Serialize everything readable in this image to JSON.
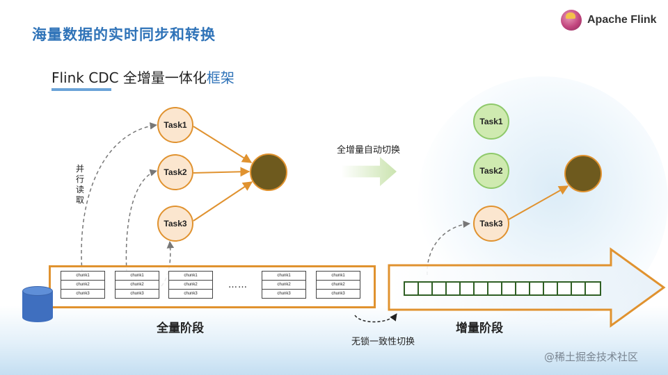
{
  "header": {
    "title": "海量数据的实时同步和转换",
    "logo_text": "Apache Flink"
  },
  "subtitle": {
    "main": "Flink CDC 全增量一体化",
    "accent": "框架"
  },
  "full_stage": {
    "parallel_read_label": "并行读取",
    "tasks": [
      "Task1",
      "Task2",
      "Task3"
    ],
    "chunk_groups": [
      [
        "chunk1",
        "chunk2",
        "chunk3"
      ],
      [
        "chunk1",
        "chunk2",
        "chunk3"
      ],
      [
        "chunk1",
        "chunk2",
        "chunk3"
      ],
      [
        "chunk1",
        "chunk2",
        "chunk3"
      ],
      [
        "chunk1",
        "chunk2",
        "chunk3"
      ]
    ],
    "ellipsis": "……",
    "label": "全量阶段"
  },
  "switch": {
    "auto_label": "全增量自动切换",
    "lockfree_label": "无锁一致性切换"
  },
  "incremental_stage": {
    "tasks": [
      "Task1",
      "Task2",
      "Task3"
    ],
    "label": "增量阶段"
  },
  "watermark": "@稀土掘金技术社区",
  "colors": {
    "title": "#2f73b8",
    "orange": "#e0922f",
    "sink": "#6e5a1e",
    "green": "#cfeab0",
    "database": "#3f6fbf"
  }
}
